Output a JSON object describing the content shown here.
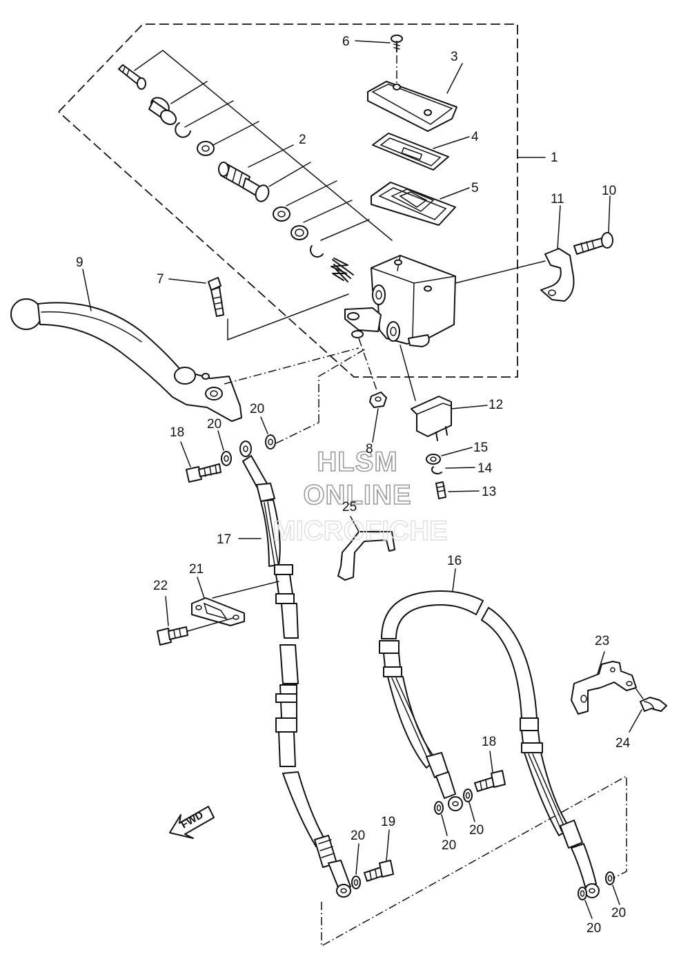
{
  "callouts": {
    "c1": "1",
    "c2": "2",
    "c3": "3",
    "c4": "4",
    "c5": "5",
    "c6": "6",
    "c7": "7",
    "c8": "8",
    "c9": "9",
    "c10": "10",
    "c11": "11",
    "c12": "12",
    "c13": "13",
    "c14": "14",
    "c15": "15",
    "c16": "16",
    "c17": "17",
    "c18a": "18",
    "c18b": "18",
    "c19": "19",
    "c20a": "20",
    "c20b": "20",
    "c20c": "20",
    "c20d": "20",
    "c20e": "20",
    "c20f": "20",
    "c20g": "20",
    "c21": "21",
    "c22": "22",
    "c23": "23",
    "c24": "24",
    "c25": "25"
  },
  "direction_marker": {
    "label": "FWD"
  },
  "watermark": {
    "line1": "HLSM",
    "line2": "ONLINE",
    "line3": "MICROFICHE"
  }
}
